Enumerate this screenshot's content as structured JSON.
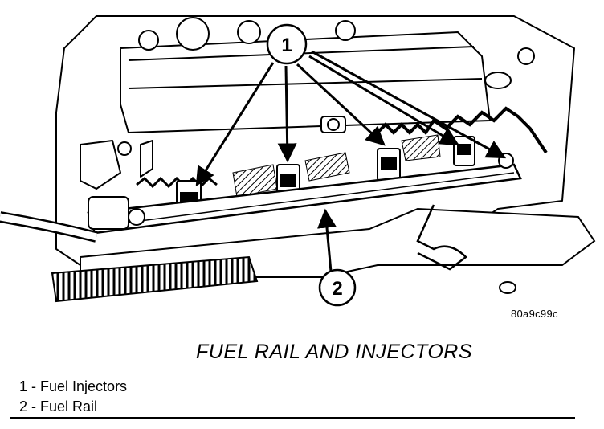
{
  "figure": {
    "code": "80a9c99c",
    "caption": "FUEL RAIL AND INJECTORS"
  },
  "callouts": [
    {
      "number": "1"
    },
    {
      "number": "2"
    }
  ],
  "legend": [
    {
      "number": "1",
      "separator": " - ",
      "label": "Fuel Injectors"
    },
    {
      "number": "2",
      "separator": " - ",
      "label": "Fuel Rail"
    }
  ]
}
